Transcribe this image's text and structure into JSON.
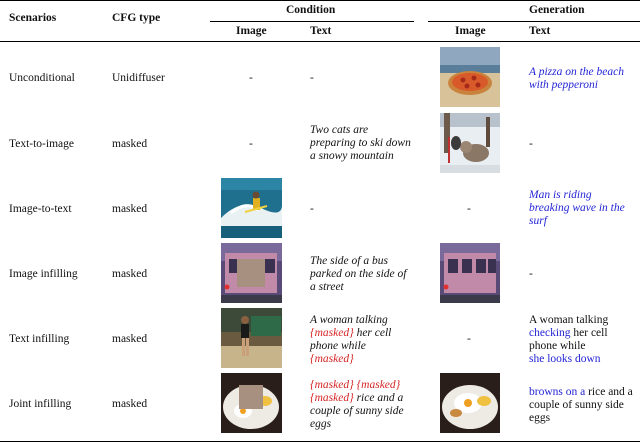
{
  "header": {
    "scenarios": "Scenarios",
    "cfg_type": "CFG type",
    "condition": "Condition",
    "generation": "Generation",
    "image": "Image",
    "text": "Text"
  },
  "rows": [
    {
      "scenario": "Unconditional",
      "cfg": "Unidiffuser",
      "cond_image": "-",
      "cond_text": "-",
      "gen_image": "pizza-on-beach",
      "gen_text": "A pizza on the beach with pepperoni"
    },
    {
      "scenario": "Text-to-image",
      "cfg": "masked",
      "cond_image": "-",
      "cond_text": "Two cats are preparing to ski down a snowy mountain",
      "gen_image": "cats-in-snow",
      "gen_text": "-"
    },
    {
      "scenario": "Image-to-text",
      "cfg": "masked",
      "cond_image": "surfer-wave",
      "cond_text": "-",
      "gen_image": "-",
      "gen_text": "Man is riding breaking wave in the surf"
    },
    {
      "scenario": "Image infilling",
      "cfg": "masked",
      "cond_image": "bus-masked",
      "cond_text": "The side of a bus parked on the side of a street",
      "gen_image": "bus-complete",
      "gen_text": "-"
    },
    {
      "scenario": "Text infilling",
      "cfg": "masked",
      "cond_image": "woman-phone",
      "cond_text_parts": [
        "A woman talking",
        "{masked}",
        "her cell phone while",
        "{masked}"
      ],
      "gen_image": "-",
      "gen_text_parts": [
        "A woman talking",
        "checking",
        "her cell phone while",
        "she looks down"
      ]
    },
    {
      "scenario": "Joint infilling",
      "cfg": "masked",
      "cond_image": "eggs-masked",
      "cond_text_parts": [
        "{masked}",
        "{masked}",
        "{masked}",
        "rice and a couple of sunny side eggs"
      ],
      "gen_image": "eggs-complete",
      "gen_text_parts": [
        "browns on a",
        "rice and a couple of sunny side eggs"
      ]
    }
  ],
  "colors": {
    "generated_text": "#2424d6",
    "masked_token": "#d62424"
  }
}
